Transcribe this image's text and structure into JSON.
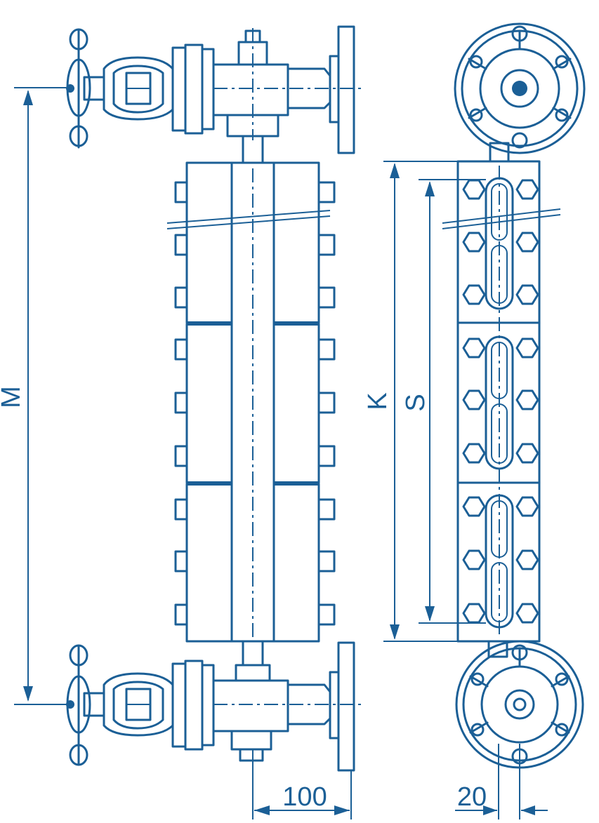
{
  "dimensions": {
    "M": "M",
    "K": "K",
    "S": "S",
    "d100": "100",
    "d20": "20"
  },
  "colors": {
    "line": "#1b5f96",
    "background": "#ffffff"
  }
}
